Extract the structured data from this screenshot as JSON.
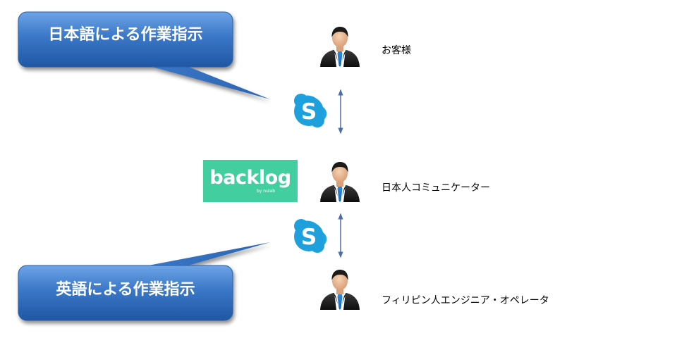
{
  "callouts": {
    "top": "日本語による作業指示",
    "bottom": "英語による作業指示"
  },
  "people": {
    "customer": "お客様",
    "communicator": "日本人コミュニケーター",
    "operator": "フィリピン人エンジニア・オペレータ"
  },
  "logo": {
    "name": "backlog",
    "sub": "by nulab"
  },
  "icons": {
    "person": "businessman-icon",
    "chat": "skype-icon",
    "connector": "double-arrow-icon"
  },
  "colors": {
    "callout": "#3b78c6",
    "skype": "#1ea0dd",
    "backlog": "#42ce9f",
    "arrow": "#4a6fa8"
  }
}
